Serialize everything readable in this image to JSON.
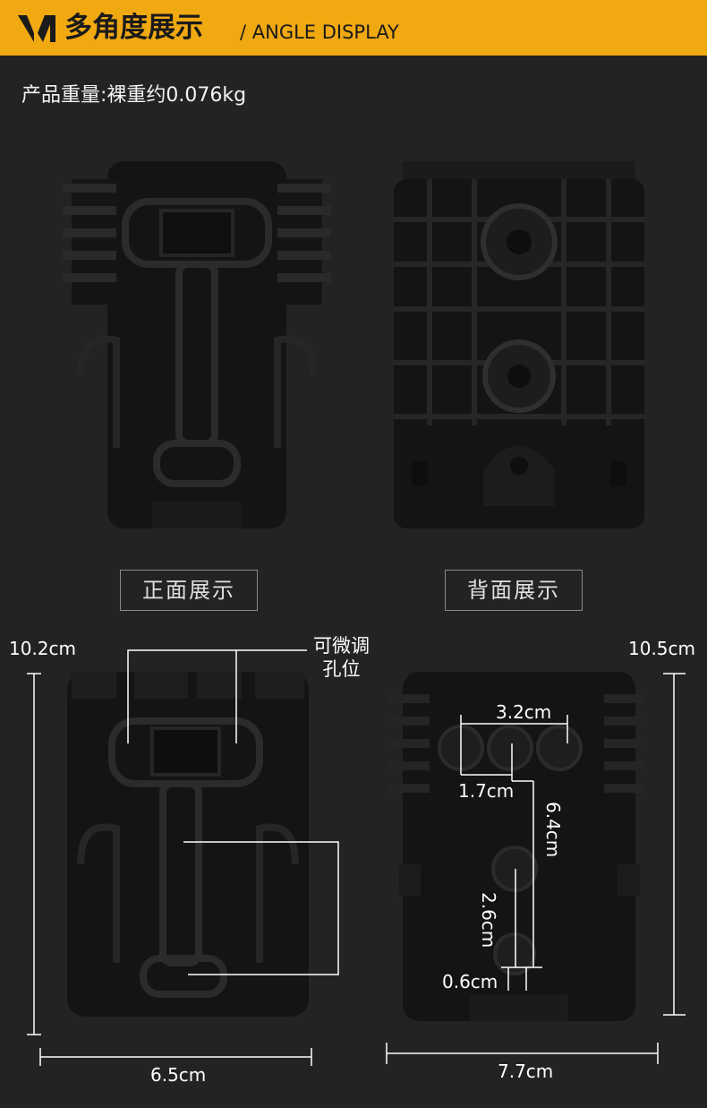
{
  "header": {
    "title_cn": "多角度展示",
    "title_en": "/ ANGLE DISPLAY"
  },
  "weight_text": "产品重量:裸重约0.076kg",
  "views": {
    "front_label": "正面展示",
    "back_label": "背面展示"
  },
  "adjust_note": {
    "line1": "可微调",
    "line2": "孔位"
  },
  "dimensions": {
    "left_height": "10.2cm",
    "left_width": "6.5cm",
    "right_height": "10.5cm",
    "right_width": "7.7cm",
    "hole_spacing": "3.2cm",
    "hole_offset": "1.7cm",
    "vertical_long": "6.4cm",
    "vertical_short": "2.6cm",
    "slot_width": "0.6cm"
  },
  "colors": {
    "accent": "#f1a912",
    "background": "#232323",
    "part": "#141414"
  }
}
